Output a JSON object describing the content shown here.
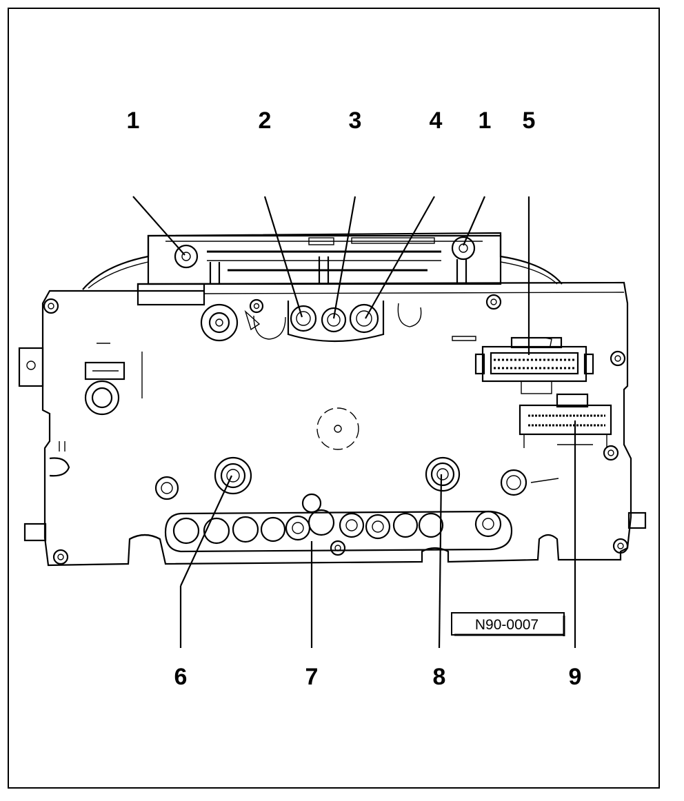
{
  "diagram": {
    "callouts": [
      "1",
      "2",
      "3",
      "4",
      "1",
      "5",
      "6",
      "7",
      "8",
      "9"
    ],
    "reference_code": "N90-0007"
  }
}
